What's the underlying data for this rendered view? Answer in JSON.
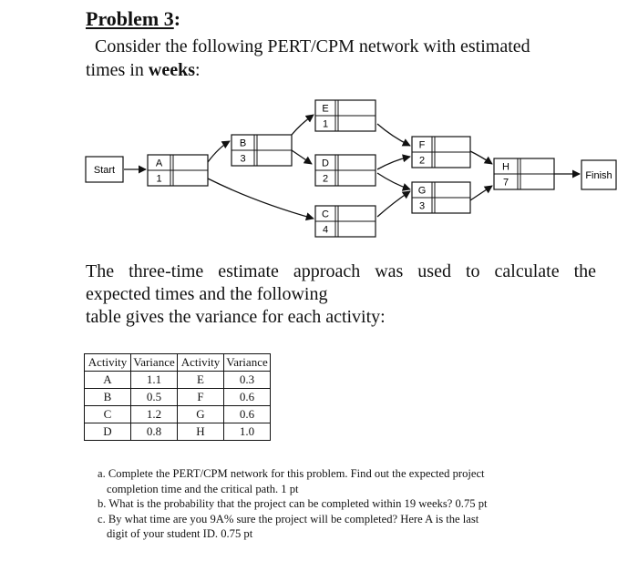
{
  "problem": {
    "label": "Problem 3",
    "colon": ":",
    "intro_line1": "Consider the following PERT/CPM network with estimated",
    "intro_line2_pre": "times in ",
    "intro_line2_bold": "weeks",
    "intro_line2_post": ":"
  },
  "network": {
    "start_label": "Start",
    "finish_label": "Finish",
    "nodes": [
      {
        "id": "A",
        "time": "1"
      },
      {
        "id": "B",
        "time": "3"
      },
      {
        "id": "E",
        "time": "1"
      },
      {
        "id": "D",
        "time": "2"
      },
      {
        "id": "C",
        "time": "4"
      },
      {
        "id": "F",
        "time": "2"
      },
      {
        "id": "G",
        "time": "3"
      },
      {
        "id": "H",
        "time": "7"
      }
    ]
  },
  "paragraph": {
    "line1": "The three-time estimate approach was used to calculate the",
    "line2": "expected times and the following",
    "line3": "table gives the variance for each activity:"
  },
  "variance_table": {
    "headers": [
      "Activity",
      "Variance",
      "Activity",
      "Variance"
    ],
    "rows": [
      [
        "A",
        "1.1",
        "E",
        "0.3"
      ],
      [
        "B",
        "0.5",
        "F",
        "0.6"
      ],
      [
        "C",
        "1.2",
        "G",
        "0.6"
      ],
      [
        "D",
        "0.8",
        "H",
        "1.0"
      ]
    ]
  },
  "questions": {
    "a_line1": "a. Complete the PERT/CPM network for this problem. Find out the expected project",
    "a_line2": "completion time and the critical path.  1 pt",
    "b_line1": "b. What is the probability that the project can be completed within 19 weeks? 0.75 pt",
    "c_line1": "c. By what time are you 9A% sure the project will be completed? Here A is the last",
    "c_line2": "digit of your student ID.  0.75 pt"
  }
}
